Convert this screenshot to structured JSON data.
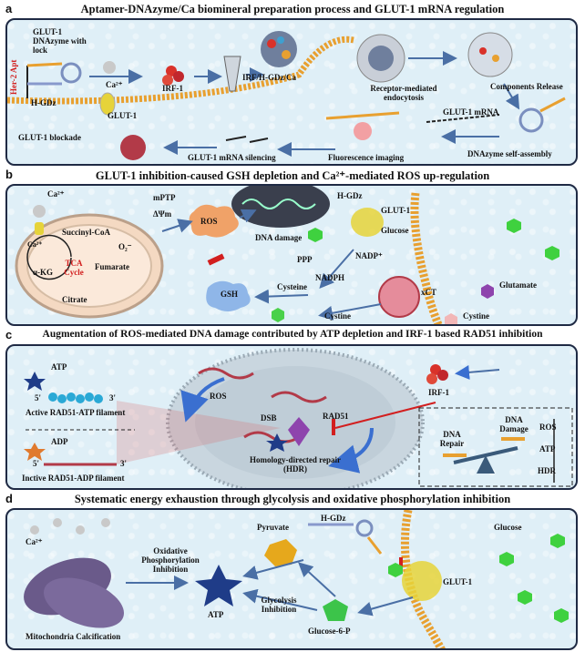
{
  "panel_a": {
    "letter": "a",
    "title": "Aptamer-DNAzyme/Ca biomineral preparation process and GLUT-1 mRNA regulation",
    "her2": "Her-2 Apt",
    "glut1_dnazyme": "GLUT-1 DNAzyme with lock",
    "hgdz": "H-GDz",
    "ca": "Ca²⁺",
    "irf1": "IRF-1",
    "nano": "IRF/H-GDz/Ca",
    "endocytosis": "Receptor-mediated endocytosis",
    "release": "Components Release",
    "glut1": "GLUT-1",
    "blockade": "GLUT-1 blockade",
    "silencing": "GLUT-1 mRNA silencing",
    "fluor": "Fluorescence imaging",
    "mrna": "GLUT-1 mRNA",
    "assembly": "DNAzyme self-assembly"
  },
  "panel_b": {
    "letter": "b",
    "title": "GLUT-1 inhibition-caused GSH depletion and Ca²⁺-mediated ROS up-regulation",
    "ca": "Ca²⁺",
    "ca_in": "Ca²⁺",
    "succinyl": "Succinyl-CoA",
    "o2": "O₂⁻",
    "tca": "TCA Cycle",
    "akg": "α-KG",
    "fumarate": "Fumarate",
    "citrate": "Citrate",
    "mptp": "mPTP",
    "dpsi": "ΔΨm",
    "ros": "ROS",
    "dna_damage": "DNA damage",
    "hgdz": "H-GDz",
    "glut1": "GLUT-1",
    "glucose": "Glucose",
    "ppp": "PPP",
    "nadp": "NADP⁺",
    "nadph": "NADPH",
    "gsh": "GSH",
    "cysteine": "Cysteine",
    "cystine": "Cystine",
    "glutamate": "Glutamate",
    "xct": "xCT",
    "cystine2": "Cystine"
  },
  "panel_c": {
    "letter": "c",
    "title": "Augmentation of ROS-mediated DNA damage contributed by ATP depletion and IRF-1 based RAD51 inhibition",
    "atp": "ATP",
    "five": "5'",
    "three": "3'",
    "active": "Active RAD51-ATP filament",
    "adp": "ADP",
    "inactive": "Inctive RAD51-ADP filament",
    "ros": "ROS",
    "dsb": "DSB",
    "rad51": "RAD51",
    "hdr": "Homology-directed repair (HDR)",
    "irf1": "IRF-1",
    "dna_repair": "DNA Repair",
    "dna_damage": "DNA Damage",
    "ros_r": "ROS",
    "atp_r": "ATP",
    "hdr_r": "HDR"
  },
  "panel_d": {
    "letter": "d",
    "title": "Systematic energy exhaustion through glycolysis and oxidative phosphorylation inhibition",
    "ca": "Ca²⁺",
    "oxphos": "Oxidative Phosphorylation Inhibition",
    "pyruvate": "Pyruvate",
    "hgdz": "H-GDz",
    "glucose": "Glucose",
    "atp": "ATP",
    "glycolysis": "Glycolysis Inhibition",
    "g6p": "Glucose-6-P",
    "glut1": "GLUT-1",
    "mito_calc": "Mitochondria Calcification"
  },
  "colors": {
    "border": "#1f2a44",
    "panel_bg": "#dfeff7",
    "red": "#d21f1f",
    "arrow": "#4a6fa5",
    "membrane": "#e8a030"
  }
}
